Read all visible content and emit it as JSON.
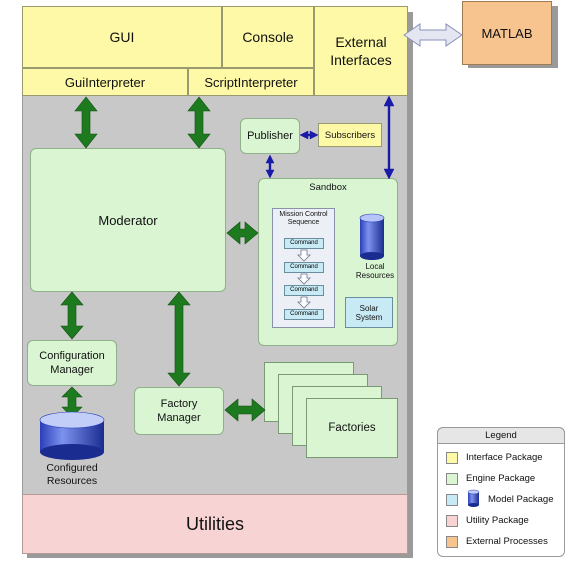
{
  "interface": {
    "gui": "GUI",
    "console": "Console",
    "external_interfaces": "External\nInterfaces",
    "gui_interpreter": "GuiInterpreter",
    "script_interpreter": "ScriptInterpreter"
  },
  "external": {
    "matlab": "MATLAB"
  },
  "engine": {
    "moderator": "Moderator",
    "publisher": "Publisher",
    "subscribers": "Subscribers",
    "sandbox": "Sandbox",
    "mission_control_sequence": "Mission Control\nSequence",
    "commands": [
      "Command",
      "Command",
      "Command",
      "Command"
    ],
    "local_resources": "Local\nResources",
    "solar_system": "Solar\nSystem",
    "configuration_manager": "Configuration\nManager",
    "configured_resources": "Configured\nResources",
    "factory_manager": "Factory\nManager",
    "factories": "Factories"
  },
  "utilities": "Utilities",
  "legend": {
    "title": "Legend",
    "items": [
      {
        "label": "Interface Package",
        "color": "#fdf9a6"
      },
      {
        "label": "Engine Package",
        "color": "#d9f5d2"
      },
      {
        "label": "Model Package",
        "color": "#c7eaf5"
      },
      {
        "label": "Utility Package",
        "color": "#f8d3d3"
      },
      {
        "label": "External Processes",
        "color": "#f7c48f"
      }
    ]
  },
  "colors": {
    "interface": "#fdf9a6",
    "engine": "#d9f5d2",
    "model": "#c7eaf5",
    "utility": "#f8d3d3",
    "external": "#f7c48f",
    "gray_area": "#c8c8c8",
    "green_arrow": "#1e7a1e",
    "blue_arrow": "#1a1aa8"
  }
}
